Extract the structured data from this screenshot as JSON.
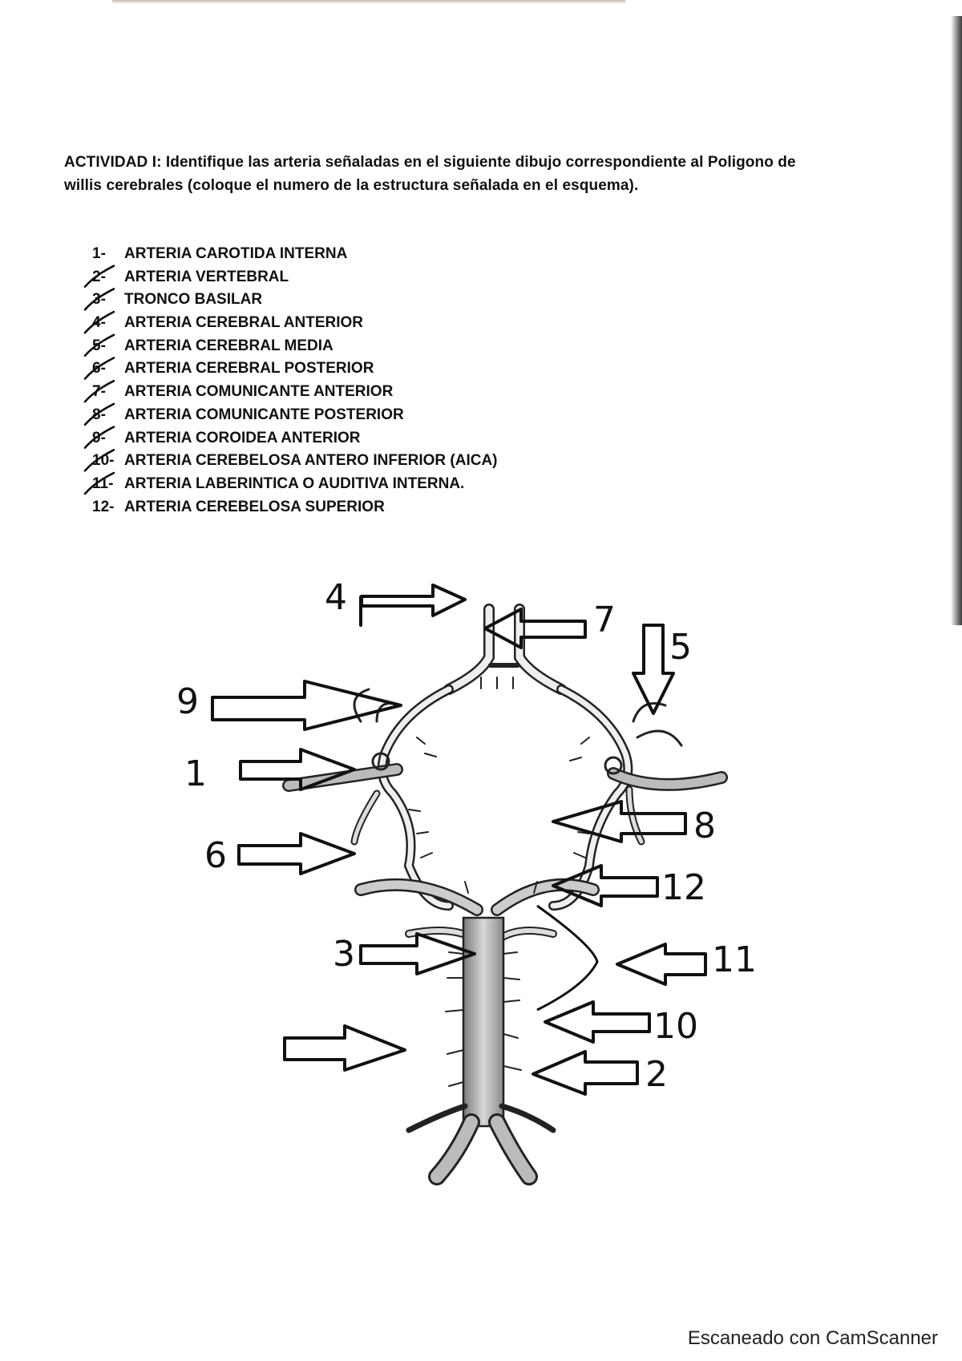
{
  "instruction": {
    "line1": "ACTIVIDAD I: Identifique las arteria señaladas en el siguiente dibujo correspondiente al Poligono de",
    "line2": "willis cerebrales (coloque el numero de la estructura señalada en el esquema)."
  },
  "items": [
    {
      "num": "1-",
      "label": "ARTERIA CAROTIDA INTERNA",
      "checked": false
    },
    {
      "num": "2-",
      "label": "ARTERIA VERTEBRAL",
      "checked": true
    },
    {
      "num": "3-",
      "label": "TRONCO BASILAR",
      "checked": true
    },
    {
      "num": "4-",
      "label": "ARTERIA CEREBRAL ANTERIOR",
      "checked": true
    },
    {
      "num": "5-",
      "label": "ARTERIA CEREBRAL MEDIA",
      "checked": true
    },
    {
      "num": "6-",
      "label": "ARTERIA CEREBRAL POSTERIOR",
      "checked": true
    },
    {
      "num": "7-",
      "label": "ARTERIA COMUNICANTE ANTERIOR",
      "checked": true
    },
    {
      "num": "8-",
      "label": "ARTERIA COMUNICANTE  POSTERIOR",
      "checked": true
    },
    {
      "num": "9-",
      "label": "ARTERIA COROIDEA ANTERIOR",
      "checked": true
    },
    {
      "num": "10-",
      "label": "ARTERIA CEREBELOSA ANTERO INFERIOR (AICA)",
      "checked": true
    },
    {
      "num": "11-",
      "label": "ARTERIA LABERINTICA O AUDITIVA INTERNA.",
      "checked": true
    },
    {
      "num": "12-",
      "label": "ARTERIA CEREBELOSA SUPERIOR",
      "checked": false
    }
  ],
  "diagram_labels": {
    "l4": "4",
    "l7": "7",
    "l5": "5",
    "l9": "9",
    "l1": "1",
    "l8": "8",
    "l6": "6",
    "l12": "12",
    "l3": "3",
    "l11": "11",
    "l10": "10",
    "l2": "2"
  },
  "footer": "Escaneado con CamScanner"
}
